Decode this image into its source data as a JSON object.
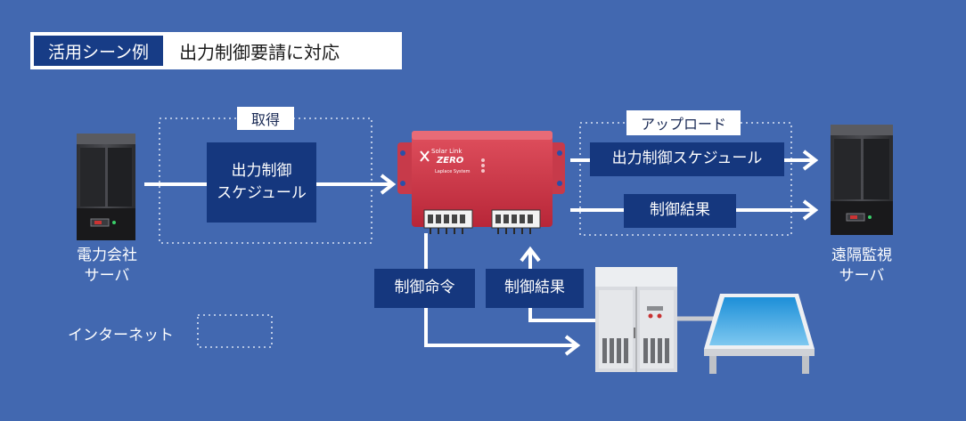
{
  "header": {
    "tag_label": "活用シーン例",
    "title": "出力制御要請に対応"
  },
  "left_flow": {
    "acquire_label": "取得",
    "schedule_line1": "出力制御",
    "schedule_line2": "スケジュール"
  },
  "right_flow": {
    "upload_label": "アップロード",
    "schedule_label": "出力制御スケジュール",
    "result_label": "制御結果"
  },
  "bottom_flow": {
    "command_label": "制御命令",
    "result_label": "制御結果"
  },
  "device": {
    "brand_line1": "Solar Link",
    "brand_line2": "ZERO",
    "maker": "Laplace System"
  },
  "servers": {
    "left_line1": "電力会社",
    "left_line2": "サーバ",
    "right_line1": "遠隔監視",
    "right_line2": "サーバ"
  },
  "legend": {
    "internet_label": "インターネット"
  },
  "colors": {
    "background": "#4268b0",
    "dark_box": "#15377e",
    "device_red": "#d2394a",
    "arrow": "#ffffff"
  }
}
